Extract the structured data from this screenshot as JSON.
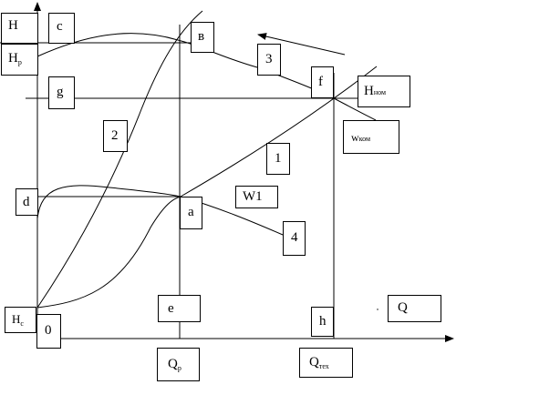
{
  "diagram": {
    "labels": {
      "H": "H",
      "Hp_main": "H",
      "Hp_sub": "р",
      "c": "c",
      "g": "g",
      "d": "d",
      "Hc_main": "H",
      "Hc_sub": "с",
      "zero": "0",
      "v": "в",
      "f": "f",
      "a": "a",
      "e": "e",
      "h": "h",
      "Hnom_main": "H",
      "Hnom_sub": "ном",
      "Wnom_main": "w",
      "Wnom_sub": "ком",
      "W1_main": "W",
      "W1_sub": "1",
      "curve1": "1",
      "curve2": "2",
      "curve3": "3",
      "curve4": "4",
      "Q": "Q",
      "Qp_main": "Q",
      "Qp_sub": "р",
      "Qtex_main": "Q",
      "Qtex_sub": "тех"
    }
  }
}
